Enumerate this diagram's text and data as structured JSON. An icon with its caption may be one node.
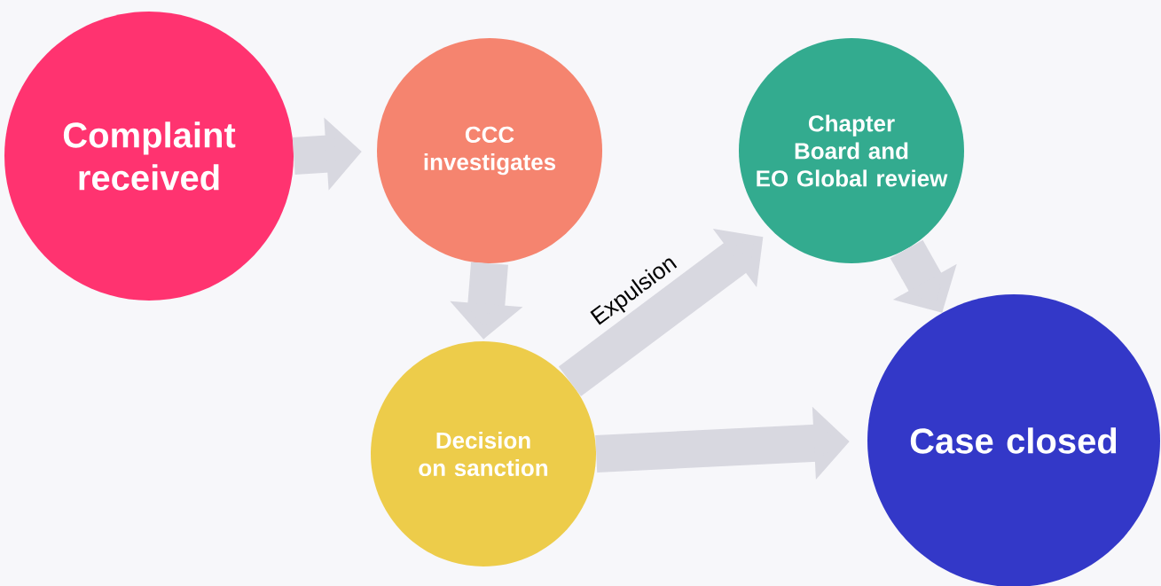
{
  "diagram": {
    "nodes": [
      {
        "text": [
          "Complaint received"
        ]
      },
      {
        "text": [
          "CCC investigates"
        ]
      },
      {
        "text": [
          "Chapter Board and EO Global review"
        ]
      },
      {
        "text": [
          "Decision on sanction"
        ]
      },
      {
        "text": [
          "Case closed"
        ]
      }
    ],
    "edges": [
      {
        "from": 0,
        "to": 1,
        "arrow": "to"
      },
      {
        "from": 1,
        "to": 3,
        "arrow": "to"
      },
      {
        "from": 3,
        "to": 2,
        "arrow": "to",
        "label": "Expulsion"
      },
      {
        "from": 3,
        "to": 4,
        "arrow": "to"
      },
      {
        "from": 2,
        "to": 4,
        "arrow": "to"
      }
    ]
  }
}
